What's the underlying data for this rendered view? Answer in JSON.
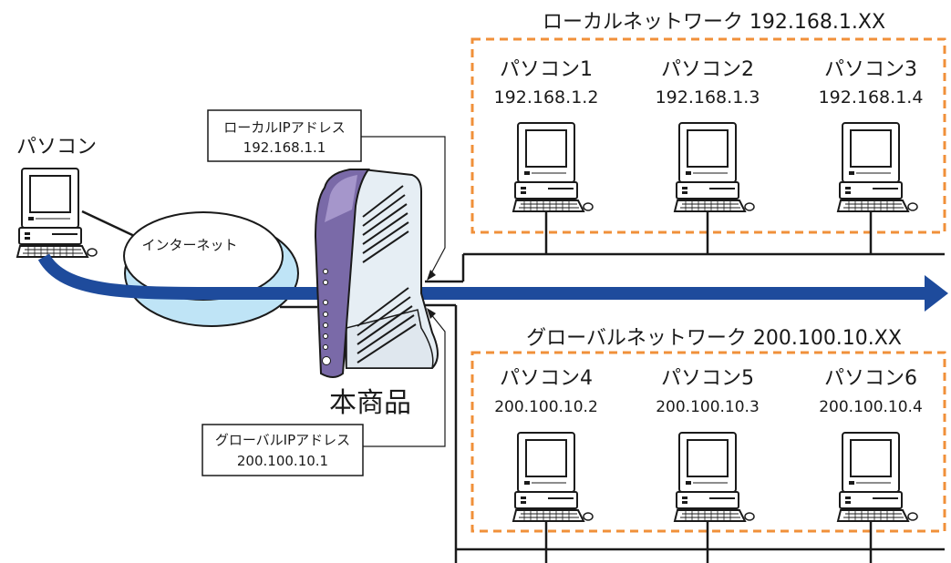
{
  "diagram": {
    "local_network": {
      "title": "ローカルネットワーク 192.168.1.XX",
      "pcs": [
        {
          "name": "パソコン1",
          "ip": "192.168.1.2"
        },
        {
          "name": "パソコン2",
          "ip": "192.168.1.3"
        },
        {
          "name": "パソコン3",
          "ip": "192.168.1.4"
        }
      ]
    },
    "global_network": {
      "title": "グローバルネットワーク 200.100.10.XX",
      "pcs": [
        {
          "name": "パソコン4",
          "ip": "200.100.10.2"
        },
        {
          "name": "パソコン5",
          "ip": "200.100.10.3"
        },
        {
          "name": "パソコン6",
          "ip": "200.100.10.4"
        }
      ]
    },
    "remote_pc": {
      "name": "パソコン"
    },
    "internet": {
      "label": "インターネット"
    },
    "product": {
      "label": "本商品"
    },
    "local_ip_box": {
      "line1": "ローカルIPアドレス",
      "line2": "192.168.1.1"
    },
    "global_ip_box": {
      "line1": "グローバルIPアドレス",
      "line2": "200.100.10.1"
    },
    "colors": {
      "group_border": "#f0903a",
      "flow_arrow": "#1e4b9c",
      "cloud_fill": "#bfe4f6",
      "router_accent": "#7a6aa8",
      "router_body": "#e6eef4"
    },
    "icons": {
      "computer": "computer-icon",
      "router": "router-icon",
      "cloud": "internet-cloud"
    }
  }
}
